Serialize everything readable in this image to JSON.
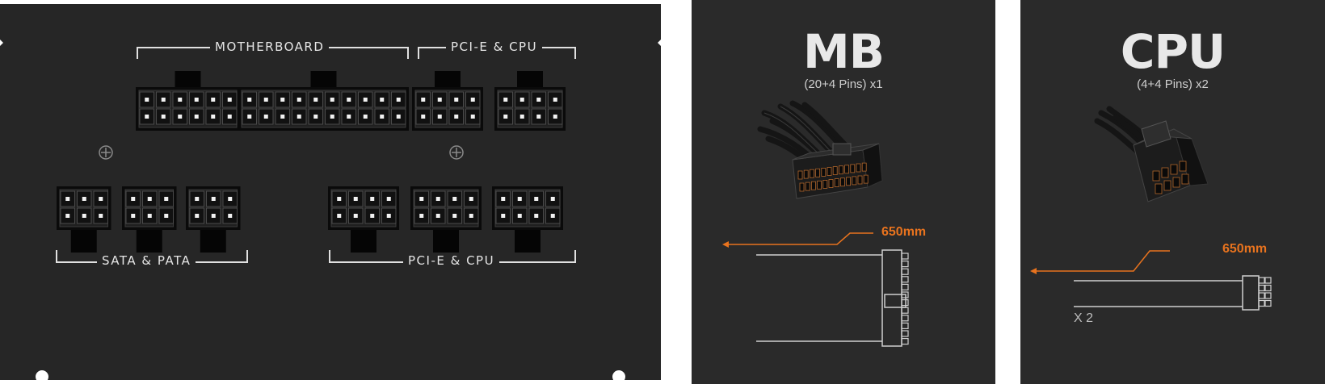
{
  "psu": {
    "labels": {
      "motherboard": "MOTHERBOARD",
      "pcie_cpu_top": "PCI-E & CPU",
      "sata_pata": "SATA & PATA",
      "pcie_cpu_bottom": "PCI-E & CPU"
    }
  },
  "mb_cable": {
    "title": "MB",
    "subtitle": "(20+4 Pins) x1",
    "length": "650mm"
  },
  "cpu_cable": {
    "title": "CPU",
    "subtitle": "(4+4 Pins) x2",
    "length": "650mm",
    "quantity": "X 2"
  },
  "colors": {
    "panel": "#2a2a2a",
    "accent": "#e8731e",
    "line": "#d0d0d0"
  }
}
